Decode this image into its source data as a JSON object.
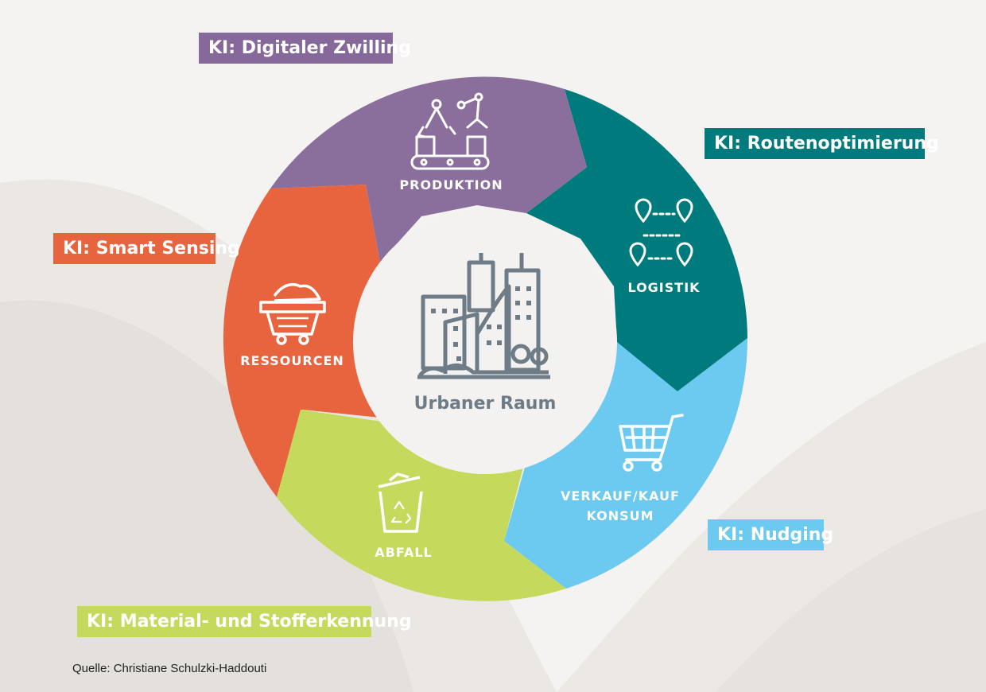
{
  "center": {
    "label": "Urbaner Raum",
    "icon": "city-buildings-icon"
  },
  "segments": [
    {
      "key": "produktion",
      "label": "PRODUKTION",
      "icon": "production-robot-arms-icon",
      "color": "#8a6e9b"
    },
    {
      "key": "logistik",
      "label": "LOGISTIK",
      "icon": "route-pins-icon",
      "color": "#007b7d"
    },
    {
      "key": "verkauf",
      "label_line1": "VERKAUF/KAUF",
      "label_line2": "KONSUM",
      "icon": "shopping-cart-icon",
      "color": "#6cc9ef"
    },
    {
      "key": "abfall",
      "label": "ABFALL",
      "icon": "recycling-bin-icon",
      "color": "#c5da5c"
    },
    {
      "key": "ressourcen",
      "label": "RESSOURCEN",
      "icon": "mine-cart-icon",
      "color": "#e8643f"
    }
  ],
  "tags": {
    "digitaler_zwilling": {
      "text": "KI: Digitaler Zwilling",
      "color": "#86689b"
    },
    "routenoptimierung": {
      "text": "KI: Routenoptimierung",
      "color": "#007b7d"
    },
    "smart_sensing": {
      "text": "KI: Smart Sensing",
      "color": "#e8643f"
    },
    "nudging": {
      "text": "KI: Nudging",
      "color": "#6cc9ef"
    },
    "material": {
      "text": "KI: Material- und Stofferkennung",
      "color": "#c5da5c"
    }
  },
  "source": "Quelle: Christiane Schulzki-Haddouti"
}
